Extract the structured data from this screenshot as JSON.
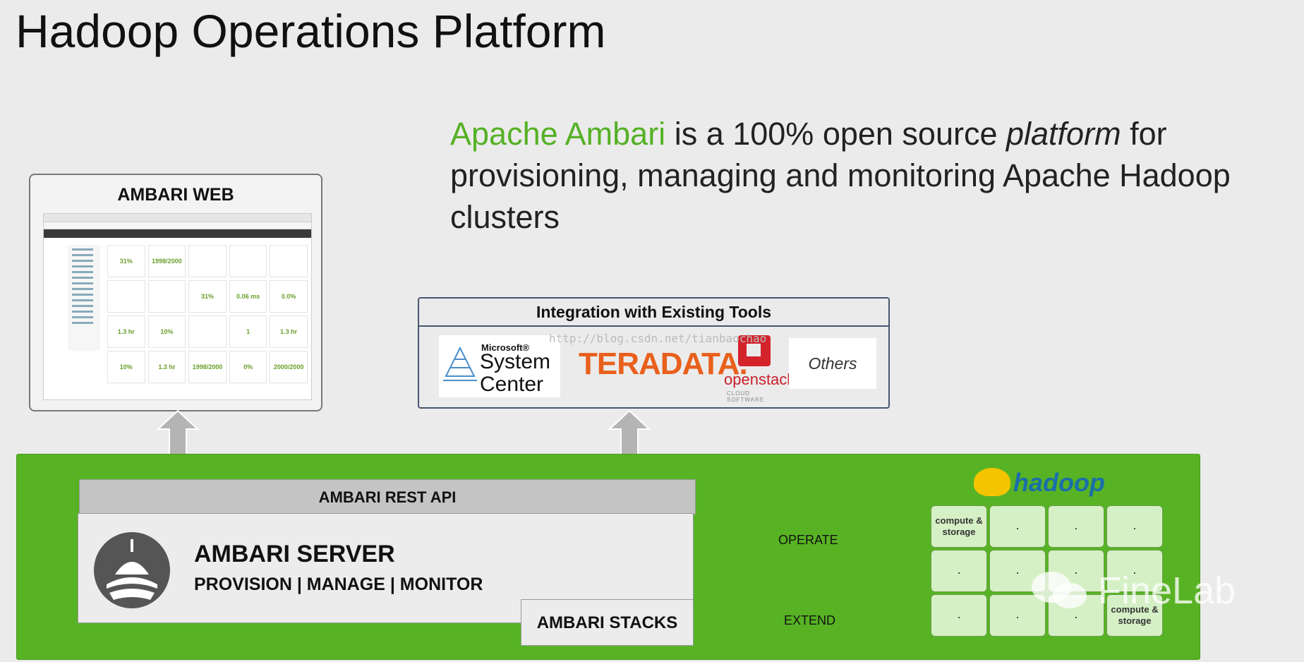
{
  "title": "Hadoop Operations Platform",
  "intro": {
    "green": "Apache Ambari",
    "part1": " is a 100% open source ",
    "italic": "platform",
    "part2": " for provisioning, managing and monitoring Apache Hadoop clusters"
  },
  "web": {
    "title": "AMBARI WEB",
    "metrics": [
      "31%",
      "1998/2000",
      "",
      "",
      "",
      "",
      "",
      "31%",
      "0.06 ms",
      "0.0%",
      "1.3 hr",
      "10%",
      "",
      "1",
      "1.3 hr",
      "10%",
      "1.3 hr",
      "1998/2000",
      "0%",
      "2000/2000"
    ]
  },
  "integration": {
    "title": "Integration with Existing Tools",
    "ms_small": "Microsoft®",
    "ms_line1": "System",
    "ms_line2": "Center",
    "teradata": "TERADATA.",
    "openstack": "openstack",
    "openstack_sub": "CLOUD SOFTWARE",
    "others": "Others"
  },
  "watermark": "http://blog.csdn.net/tianbaochao",
  "rest_api": "AMBARI REST API",
  "server": {
    "title": "AMBARI SERVER",
    "sub": "PROVISION | MANAGE | MONITOR"
  },
  "stacks": "AMBARI STACKS",
  "operate": "OPERATE",
  "extend": "EXTEND",
  "hadoop": "hadoop",
  "cells": [
    "compute & storage",
    ".",
    ".",
    ".",
    ".",
    ".",
    ".",
    ".",
    ".",
    ".",
    ".",
    "compute & storage"
  ],
  "finelab": "FineLab",
  "colors": {
    "panel_green": "#58b324",
    "accent_green": "#55b125",
    "arrow_gray": "#b4b4b4"
  }
}
